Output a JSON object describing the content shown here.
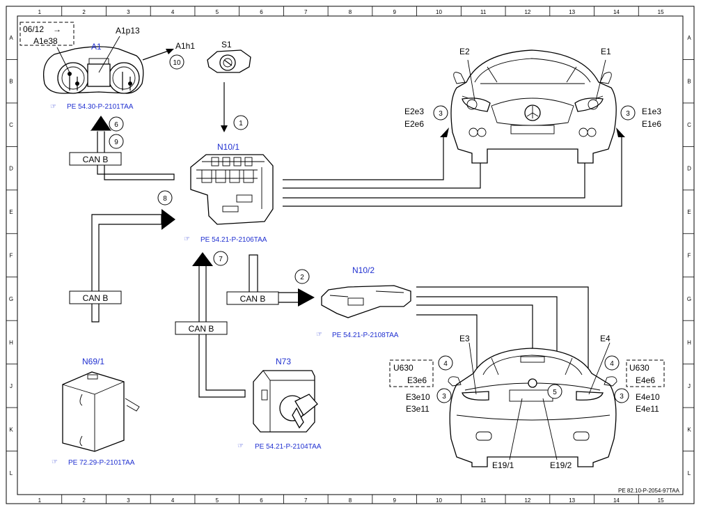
{
  "grid": {
    "columns": [
      "1",
      "2",
      "3",
      "4",
      "5",
      "6",
      "7",
      "8",
      "9",
      "10",
      "11",
      "12",
      "13",
      "14",
      "15"
    ],
    "rows": [
      "A",
      "B",
      "C",
      "D",
      "E",
      "F",
      "G",
      "H",
      "J",
      "K",
      "L"
    ]
  },
  "components": {
    "a1": {
      "name": "A1",
      "sub1": "A1p13",
      "sub2": "A1e38",
      "date": "06/12",
      "arrow_glyph": "→",
      "output": "A1h1",
      "ref": "PE 54.30-P-2101TAA"
    },
    "s1": {
      "name": "S1"
    },
    "n10_1": {
      "name": "N10/1",
      "ref": "PE 54.21-P-2106TAA"
    },
    "n10_2": {
      "name": "N10/2",
      "ref": "PE 54.21-P-2108TAA"
    },
    "n69_1": {
      "name": "N69/1",
      "ref": "PE 72.29-P-2101TAA"
    },
    "n73": {
      "name": "N73",
      "ref": "PE 54.21-P-2104TAA"
    },
    "front": {
      "e2": "E2",
      "e1": "E1",
      "left_a": "E2e3",
      "left_b": "E2e6",
      "right_a": "E1e3",
      "right_b": "E1e6"
    },
    "rear": {
      "e3": "E3",
      "e4": "E4",
      "left_code": "U630",
      "left_code_b": "E3e6",
      "right_code": "U630",
      "right_code_b": "E4e6",
      "left_a": "E3e10",
      "left_b": "E3e11",
      "right_a": "E4e10",
      "right_b": "E4e11",
      "bottom_left": "E19/1",
      "bottom_right": "E19/2"
    }
  },
  "bus_labels": {
    "can_b": "CAN B"
  },
  "callouts": {
    "c1": "1",
    "c2": "2",
    "c3": "3",
    "c4": "4",
    "c5": "5",
    "c6": "6",
    "c7": "7",
    "c8": "8",
    "c9": "9",
    "c10": "10"
  },
  "ref_glyph": "☞",
  "doc_ref": "PE 82.10-P-2054-97TAA"
}
